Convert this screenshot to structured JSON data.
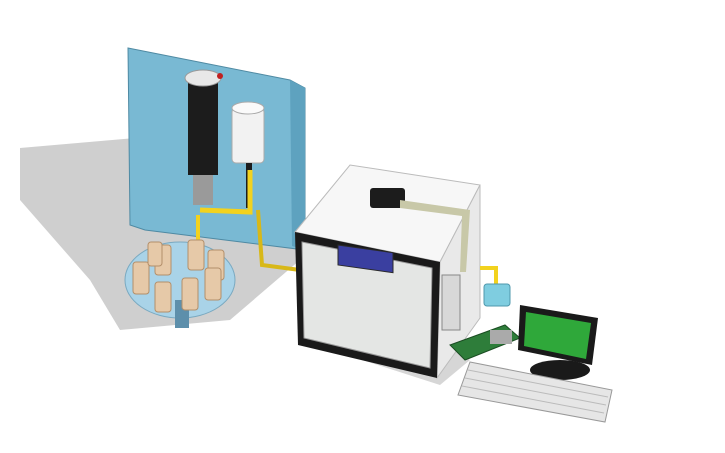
{
  "scene": {
    "colors": {
      "background": "#ffffff",
      "shadow": "#c9c9c9",
      "panel": "#7fbfd8",
      "tube": "#f2d21e",
      "enclosure": "#f4f4f4",
      "screen": "#2fa83a",
      "cylinder": "#e6c9a8",
      "base": "#a9d3e8"
    },
    "objects": [
      "blue-back-panel",
      "dark-column",
      "white-bottle",
      "yellow-tubing",
      "carousel-with-tubes",
      "enclosure-box",
      "lcd-display",
      "side-vent",
      "small-cup",
      "raspberry-pi-board",
      "monitor",
      "keyboard"
    ]
  }
}
